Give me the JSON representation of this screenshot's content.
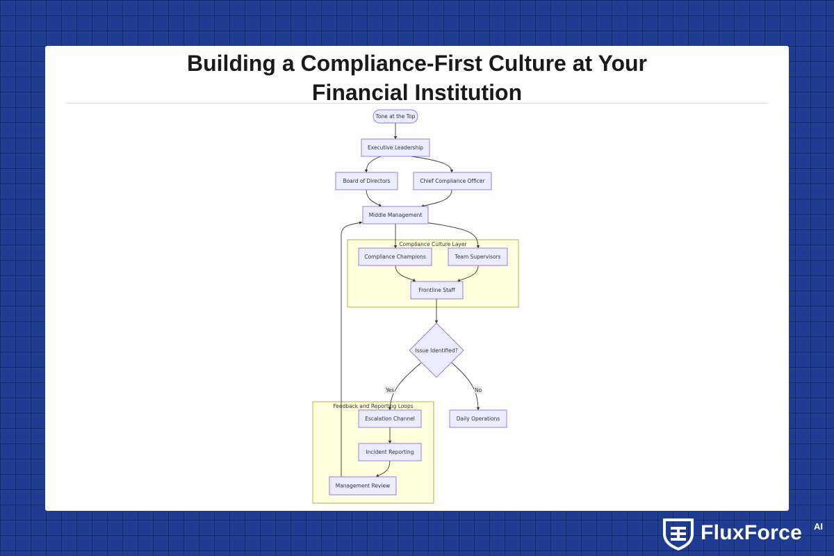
{
  "page": {
    "title_line1": "Building a Compliance-First Culture at Your",
    "title_line2": "Financial Institution"
  },
  "diagram": {
    "nodes": {
      "tone": "Tone at the Top",
      "exec": "Executive Leadership",
      "board": "Board of Directors",
      "cco": "Chief Compliance Officer",
      "middle": "Middle Management",
      "champions": "Compliance Champions",
      "supervisors": "Team Supervisors",
      "frontline": "Frontline Staff",
      "decision": "Issue Identified?",
      "escalation": "Escalation Channel",
      "incident": "Incident Reporting",
      "review": "Management Review",
      "daily": "Daily Operations"
    },
    "subgraphs": {
      "culture": "Compliance Culture Layer",
      "feedback": "Feedback and Reporting Loops"
    },
    "edge_labels": {
      "yes": "Yes",
      "no": "No"
    },
    "colors": {
      "node_fill": "#ECECFF",
      "node_stroke": "#9370DB",
      "subgraph_fill": "#ffffde",
      "subgraph_stroke": "#aaaa33",
      "edge": "#333333"
    }
  },
  "brand": {
    "name": "FluxForce",
    "suffix": "AI",
    "logo_icon": "shield-icon"
  },
  "theme": {
    "background": "#1f3d93",
    "card": "#ffffff"
  }
}
